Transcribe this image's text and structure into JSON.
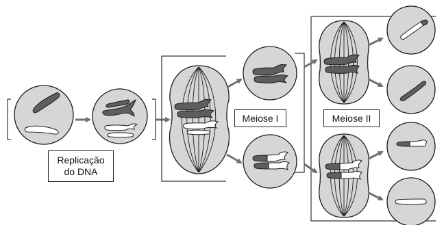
{
  "labels": {
    "replication_line1": "Replicação",
    "replication_line2": "do DNA",
    "meiosis1": "Meiose I",
    "meiosis2": "Meiose II"
  },
  "colors": {
    "cell_fill": "#d6d6d6",
    "dark_chromosome": "#5e5e5e",
    "light_chromosome": "#ffffff",
    "outline": "#1a1a1a",
    "arrow": "#6f6f6f"
  },
  "icons": [
    "cell",
    "chromosome",
    "arrow-right",
    "spindle-fibers"
  ]
}
